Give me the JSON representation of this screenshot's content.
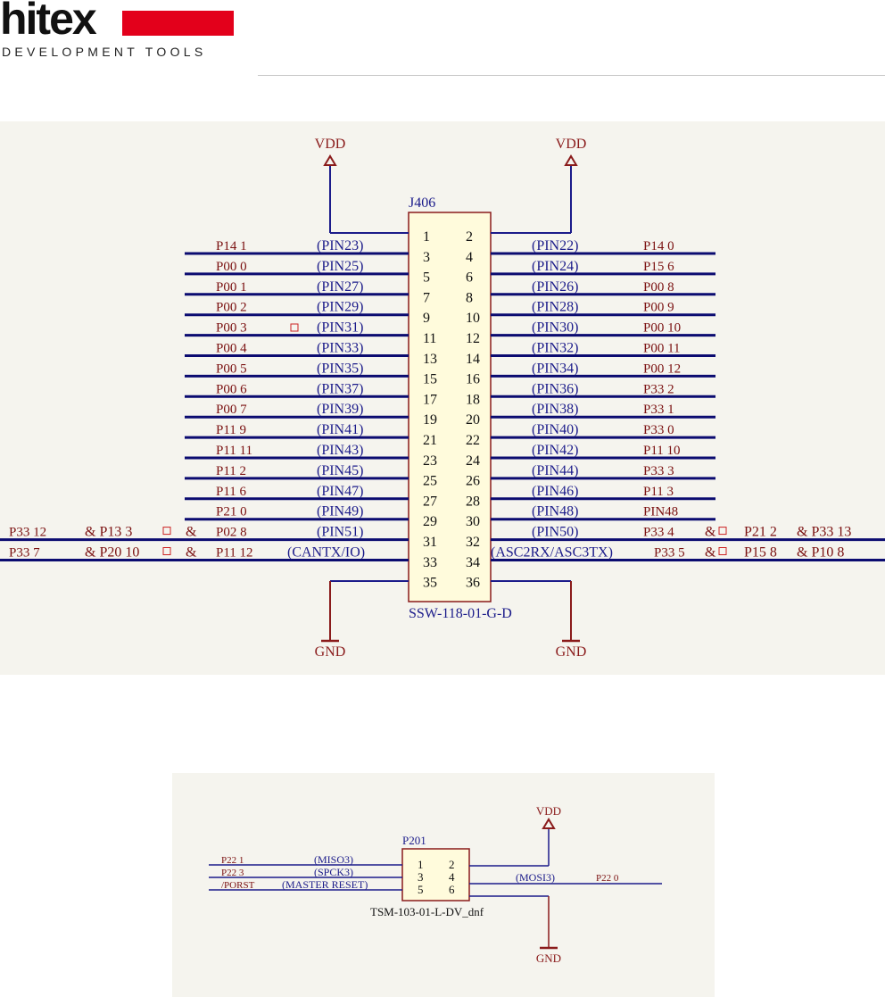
{
  "header": {
    "brand": "hitex",
    "brand_subtitle": "DEVELOPMENT TOOLS",
    "brand_color": "#e3001b"
  },
  "colors": {
    "wire": "#1b1b8a",
    "component": "#8a1b1b",
    "label": "#1b1b8a",
    "signal": "#7a1010",
    "body": "#fffbdc"
  },
  "j406": {
    "refdes": "J406",
    "part": "SSW-118-01-G-D",
    "power_left": "VDD",
    "power_right": "VDD",
    "ground_left": "GND",
    "ground_right": "GND",
    "pin_pairs": [
      [
        "1",
        "2"
      ],
      [
        "3",
        "4"
      ],
      [
        "5",
        "6"
      ],
      [
        "7",
        "8"
      ],
      [
        "9",
        "10"
      ],
      [
        "11",
        "12"
      ],
      [
        "13",
        "14"
      ],
      [
        "15",
        "16"
      ],
      [
        "17",
        "18"
      ],
      [
        "19",
        "20"
      ],
      [
        "21",
        "22"
      ],
      [
        "23",
        "24"
      ],
      [
        "25",
        "26"
      ],
      [
        "27",
        "28"
      ],
      [
        "29",
        "30"
      ],
      [
        "31",
        "32"
      ],
      [
        "33",
        "34"
      ],
      [
        "35",
        "36"
      ]
    ],
    "left_nets": [
      {
        "net": "P14_1",
        "pin": "(PIN23)"
      },
      {
        "net": "P00_0",
        "pin": "(PIN25)"
      },
      {
        "net": "P00_1",
        "pin": "(PIN27)"
      },
      {
        "net": "P00_2",
        "pin": "(PIN29)"
      },
      {
        "net": "P00_3",
        "pin": "(PIN31)"
      },
      {
        "net": "P00_4",
        "pin": "(PIN33)"
      },
      {
        "net": "P00_5",
        "pin": "(PIN35)"
      },
      {
        "net": "P00_6",
        "pin": "(PIN37)"
      },
      {
        "net": "P00_7",
        "pin": "(PIN39)"
      },
      {
        "net": "P11_9",
        "pin": "(PIN41)"
      },
      {
        "net": "P11_11",
        "pin": "(PIN43)"
      },
      {
        "net": "P11_2",
        "pin": "(PIN45)"
      },
      {
        "net": "P11_6",
        "pin": "(PIN47)"
      },
      {
        "net": "P21_0",
        "pin": "(PIN49)"
      },
      {
        "net": "P02_8",
        "pin": "(PIN51)"
      },
      {
        "net": "P11_12",
        "pin": "(CANTX/IO)"
      }
    ],
    "right_nets": [
      {
        "pin": "(PIN22)",
        "net": "P14_0"
      },
      {
        "pin": "(PIN24)",
        "net": "P15_6"
      },
      {
        "pin": "(PIN26)",
        "net": "P00_8"
      },
      {
        "pin": "(PIN28)",
        "net": "P00_9"
      },
      {
        "pin": "(PIN30)",
        "net": "P00_10"
      },
      {
        "pin": "(PIN32)",
        "net": "P00_11"
      },
      {
        "pin": "(PIN34)",
        "net": "P00_12"
      },
      {
        "pin": "(PIN36)",
        "net": "P33_2"
      },
      {
        "pin": "(PIN38)",
        "net": "P33_1"
      },
      {
        "pin": "(PIN40)",
        "net": "P33_0"
      },
      {
        "pin": "(PIN42)",
        "net": "P11_10"
      },
      {
        "pin": "(PIN44)",
        "net": "P33_3"
      },
      {
        "pin": "(PIN46)",
        "net": "P11_3"
      },
      {
        "pin": "(PIN48)",
        "net": "PIN48"
      },
      {
        "pin": "(PIN50)",
        "net": "P33_4"
      },
      {
        "pin": "(ASC2RX/ASC3TX)",
        "net": "P33_5"
      }
    ],
    "left_extensions": [
      {
        "net": "P33_12",
        "alias": "& P13_3",
        "amp": "&"
      },
      {
        "net": "P33_7",
        "alias": "& P20_10",
        "amp": "&"
      }
    ],
    "right_extensions": [
      {
        "amp": "&",
        "alias1": "P21_2",
        "alias2": "& P33_13"
      },
      {
        "amp": "&",
        "alias1": "P15_8",
        "alias2": "& P10_8"
      }
    ]
  },
  "p201": {
    "refdes": "P201",
    "part": "TSM-103-01-L-DV_dnf",
    "power": "VDD",
    "ground": "GND",
    "pin_pairs": [
      [
        "1",
        "2"
      ],
      [
        "3",
        "4"
      ],
      [
        "5",
        "6"
      ]
    ],
    "left_nets": [
      {
        "net": "P22_1",
        "pin": "(MISO3)"
      },
      {
        "net": "P22_3",
        "pin": "(SPCK3)"
      },
      {
        "net": "/PORST",
        "pin": "(MASTER RESET)"
      }
    ],
    "right_net": {
      "pin": "(MOSI3)",
      "net": "P22_0"
    }
  }
}
